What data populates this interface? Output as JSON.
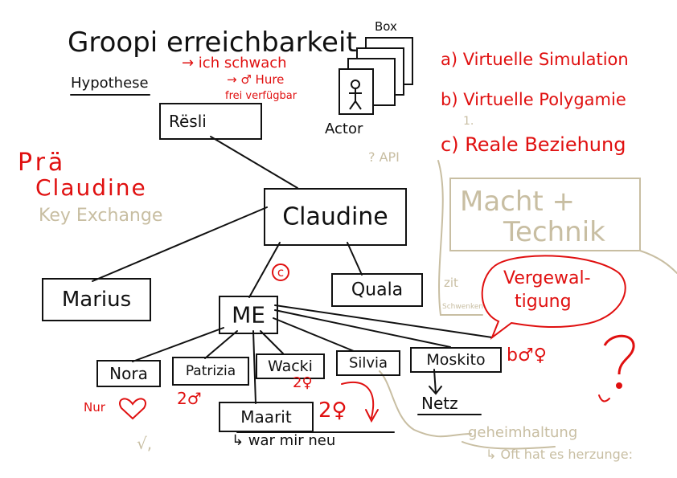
{
  "header": {
    "title": "Groopi erreichbarkeit",
    "hypothese": "Hypothese",
    "box_label": "Box",
    "actor_label": "Actor"
  },
  "notes_red": {
    "ich_schwach": "→ ich schwach",
    "hure": "→ ♂ Hure",
    "frei": "frei verfügbar",
    "pra": "Prä",
    "claudine": "Claudine",
    "a": "a) Virtuelle Simulation",
    "b": "b) Virtuelle Polygamie",
    "c": "c) Reale Beziehung",
    "vergewaltigung_1": "Vergewal-",
    "vergewaltigung_2": "tigung",
    "nur": "Nur",
    "patrizia_sym": "2♂",
    "wacki_sym": "2♀",
    "maarit_sym": "2♀",
    "moskito_sym": "b♂♀",
    "copyright": "c",
    "question": "?"
  },
  "notes_tan": {
    "key_exchange": "Key Exchange",
    "api": "? API",
    "macht_1": "Macht +",
    "macht_2": "Technik",
    "zeit": "zit",
    "schwenken": "Schwenken",
    "geheimhaltung": "geheimhaltung",
    "oft": "↳ Oft hat es herzunge:",
    "check": "√,",
    "one": "1."
  },
  "nodes": {
    "resli": "Rësli",
    "claudine": "Claudine",
    "marius": "Marius",
    "quala": "Quala",
    "me": "ME",
    "nora": "Nora",
    "patrizia": "Patrizia",
    "wacki": "Wacki",
    "silvia": "Silvia",
    "moskito": "Moskito",
    "maarit": "Maarit",
    "netz": "Netz"
  },
  "annotations": {
    "war_mir_neu": "↳ war mir neu"
  },
  "colors": {
    "ink": "#111111",
    "red": "#e01010",
    "tan": "#c8bea2"
  }
}
